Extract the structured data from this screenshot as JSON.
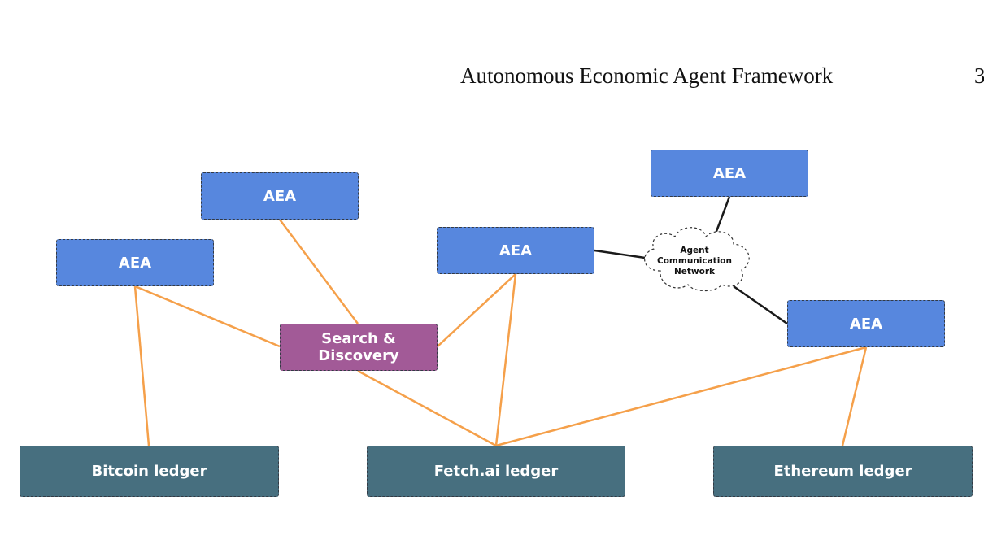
{
  "header": {
    "running_title": "Autonomous Economic Agent Framework",
    "page_number": "3"
  },
  "figure": {
    "agents": [
      "AEA",
      "AEA",
      "AEA",
      "AEA",
      "AEA"
    ],
    "search_discovery": {
      "line1": "Search &",
      "line2": "Discovery"
    },
    "network": {
      "line1": "Agent",
      "line2": "Communication",
      "line3": "Network"
    },
    "ledgers": [
      "Bitcoin ledger",
      "Fetch.ai ledger",
      "Ethereum ledger"
    ],
    "colors": {
      "agent": "#5787de",
      "ledger": "#476f7f",
      "search": "#a25a97",
      "ledger_link": "#f5a04a",
      "network_link": "#1a1a1a"
    }
  }
}
